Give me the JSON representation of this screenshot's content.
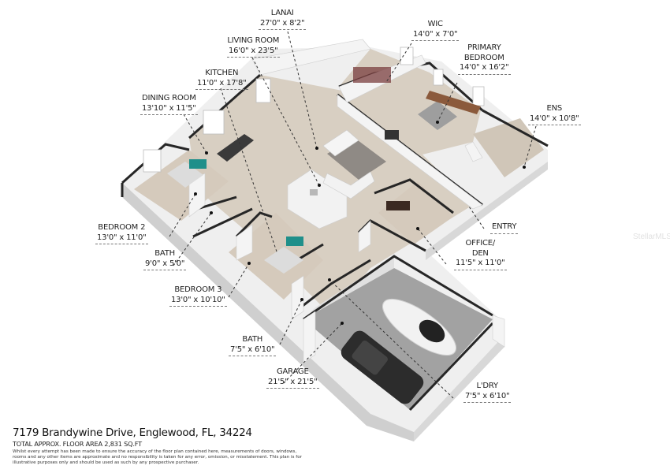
{
  "rooms": [
    {
      "id": "lanai",
      "name": "LANAI",
      "dim": "27'0\" x 8'2\""
    },
    {
      "id": "living",
      "name": "LIVING ROOM",
      "dim": "16'0\" x 23'5\""
    },
    {
      "id": "wic",
      "name": "WIC",
      "dim": "14'0\" x 7'0\""
    },
    {
      "id": "primary",
      "name_l1": "PRIMARY",
      "name_l2": "BEDROOM",
      "dim": "14'0\" x 16'2\""
    },
    {
      "id": "kitchen",
      "name": "KITCHEN",
      "dim": "11'0\" x 17'8\""
    },
    {
      "id": "dining",
      "name": "DINING ROOM",
      "dim": "13'10\" x 11'5\""
    },
    {
      "id": "ens",
      "name": "ENS",
      "dim": "14'0\" x 10'8\""
    },
    {
      "id": "bed2",
      "name": "BEDROOM 2",
      "dim": "13'0\" x 11'0\""
    },
    {
      "id": "bath1",
      "name": "BATH",
      "dim": "9'0\" x 5'0\""
    },
    {
      "id": "entry",
      "name": "ENTRY"
    },
    {
      "id": "office",
      "name_l1": "OFFICE/",
      "name_l2": "DEN",
      "dim": "11'5\" x 11'0\""
    },
    {
      "id": "bed3",
      "name": "BEDROOM 3",
      "dim": "13'0\" x 10'10\""
    },
    {
      "id": "bath2",
      "name": "BATH",
      "dim": "7'5\" x 6'10\""
    },
    {
      "id": "garage",
      "name": "GARAGE",
      "dim": "21'5\" x 21'5\""
    },
    {
      "id": "ldry",
      "name": "L'DRY",
      "dim": "7'5\" x 6'10\""
    }
  ],
  "footer": {
    "address": "7179 Brandywine Drive, Englewood, FL, 34224",
    "area": "TOTAL APPROX. FLOOR AREA 2,831 SQ.FT",
    "disclaimer": "Whilst every attempt has been made to ensure the accuracy of the floor plan contained here, measurements of doors, windows, rooms and any other items are approximate and no responsibility is taken for any error, omission, or misstatement. This plan is for illustrative purposes only and should be used as such by any prospective purchaser."
  },
  "watermark": "StellarMLS",
  "colors": {
    "floor_wood": "#d9d0c4",
    "floor_garage": "#9c9c9c",
    "wall_face": "#e6e6e6",
    "wall_top": "#2a2a2a",
    "bed_accent": "#1f8f8a"
  }
}
